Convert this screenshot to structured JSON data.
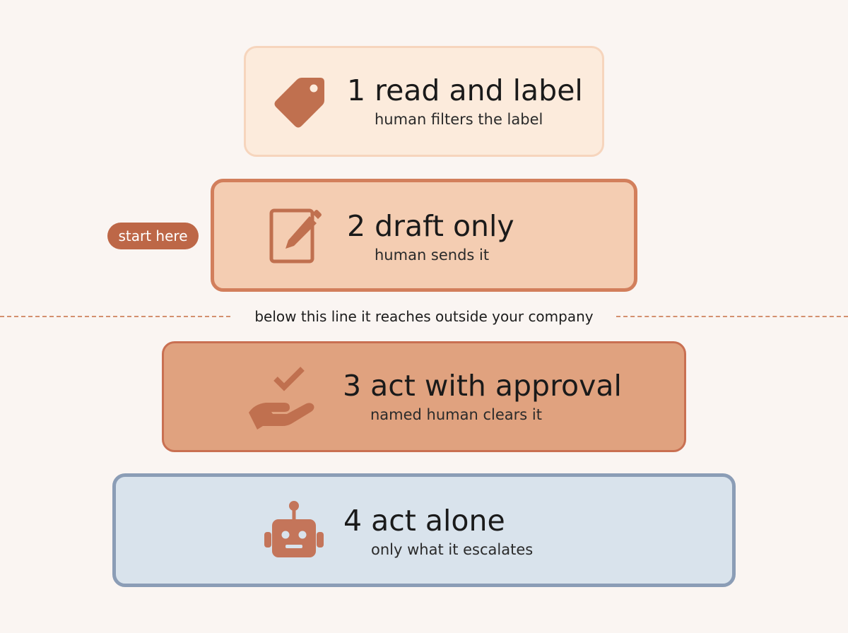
{
  "tiers": [
    {
      "title": "1 read and label",
      "subtitle": "human filters the label",
      "icon": "tag-icon"
    },
    {
      "title": "2 draft only",
      "subtitle": "human sends it",
      "icon": "edit-icon"
    },
    {
      "title": "3 act with approval",
      "subtitle": "named human clears it",
      "icon": "hand-check-icon"
    },
    {
      "title": "4 act alone",
      "subtitle": "only what it escalates",
      "icon": "robot-icon"
    }
  ],
  "start_badge": "start here",
  "boundary_text": "below this line it reaches outside your company",
  "colors": {
    "background": "#faf5f2",
    "tier1_fill": "#fcebdc",
    "tier2_fill": "#f4cdb2",
    "tier3_fill": "#e0a27f",
    "tier4_fill": "#d9e3ec",
    "accent": "#bd6747",
    "icon_warm": "#c0704f",
    "icon_robot": "#c4755a",
    "tier4_border": "#8b9db6"
  }
}
